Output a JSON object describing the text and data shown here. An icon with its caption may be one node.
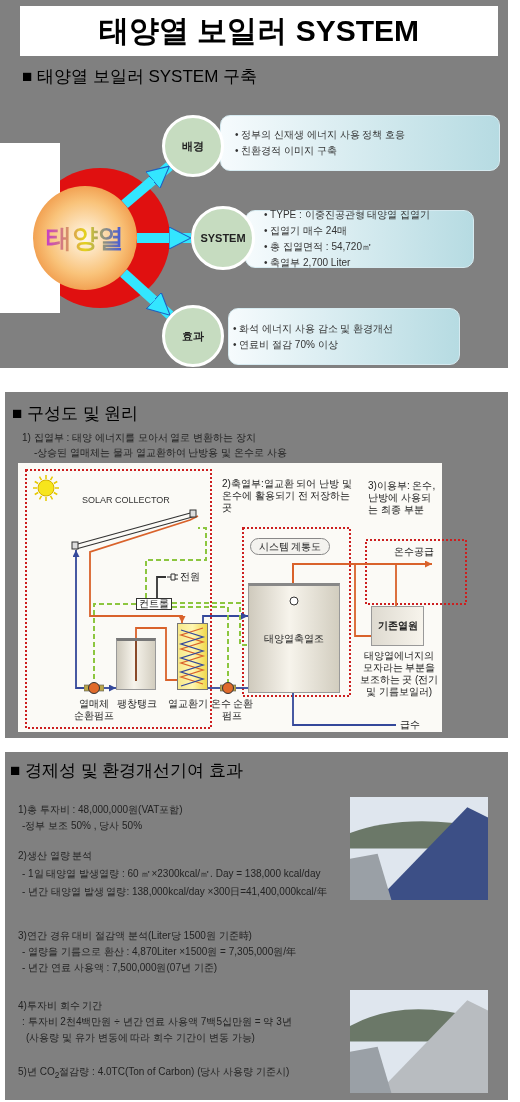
{
  "diagram": {
    "title": "태양열 보일러 SYSTEM",
    "nodes": [
      {
        "text": [
          "태양열"
        ]
      },
      {
        "text": [
          "배경"
        ]
      },
      {
        "text": [
          "• 정부의 신재생 에너지 사용 정책 호응",
          "• 친환경적 이미지 구축"
        ]
      },
      {
        "text": [
          "SYSTEM"
        ]
      },
      {
        "text": [
          "• TYPE : 이중진공관형 태양열 집열기",
          "• 집열기 매수 24매",
          "• 총 집열면적 : 54,720㎡",
          "• 축열부 2,700 Liter"
        ]
      },
      {
        "text": [
          "효과"
        ]
      },
      {
        "text": [
          "• 화석 에너지 사용 감소 및 환경개선",
          "• 연료비 절감 70% 이상"
        ]
      },
      {
        "text": [
          "SOLAR COLLECTOR"
        ]
      },
      {
        "text": [
          "전원"
        ]
      },
      {
        "text": [
          "컨트롤"
        ]
      },
      {
        "text": [],
        "shape": "circle",
        "beside": [
          "열매체 순환펌프"
        ]
      },
      {
        "text": [],
        "shape": "cylinder",
        "beside": [
          "팽창탱크"
        ]
      },
      {
        "text": [],
        "shape": "box",
        "beside": [
          "열교환기"
        ]
      },
      {
        "text": [
          "시스템 계통도"
        ]
      },
      {
        "text": [],
        "shape": "circle",
        "beside": [
          "온수 순환펌프"
        ]
      },
      {
        "text": [
          "태양열축열조"
        ]
      },
      {
        "text": [
          "기존열원"
        ],
        "beside": [
          "태양열에너지의 모자라는 부분을 보조하는 곳 (전기 및 기름보일러)"
        ]
      },
      {
        "text": [],
        "shape": "block"
      }
    ],
    "edges": [
      {
        "from": 0,
        "to": 1,
        "arrow": "to",
        "style": "thick",
        "color": "#33e6ff"
      },
      {
        "from": 0,
        "to": 3,
        "arrow": "to",
        "style": "thick",
        "color": "#33e6ff"
      },
      {
        "from": 0,
        "to": 5,
        "arrow": "to",
        "style": "thick",
        "color": "#33e6ff"
      },
      {
        "from": 7,
        "to": 12,
        "arrow": "to",
        "color": "#d9622b"
      },
      {
        "from": 10,
        "to": 7,
        "arrow": "to",
        "color": "#34489a"
      },
      {
        "from": 10,
        "to": 11,
        "arrow": "to",
        "color": "#34489a"
      },
      {
        "from": 11,
        "to": 12,
        "arrow": "none",
        "color": "#d9622b"
      },
      {
        "from": 12,
        "to": 15,
        "arrow": "to",
        "color": "#34489a"
      },
      {
        "from": 12,
        "to": 14,
        "arrow": "none",
        "color": "#34489a"
      },
      {
        "from": 14,
        "to": 15,
        "arrow": "none",
        "color": "#34489a"
      },
      {
        "from": 15,
        "to": null,
        "arrow": "to",
        "label": "온수공급",
        "color": "#d9622b"
      },
      {
        "from": 15,
        "to": 16,
        "arrow": "none",
        "color": "#d9622b"
      },
      {
        "from": 16,
        "to": 15,
        "arrow": "none",
        "color": "#d9622b"
      },
      {
        "from": null,
        "to": 15,
        "arrow": "none",
        "label": "급수",
        "color": "#34489a"
      },
      {
        "from": 9,
        "to": 7,
        "arrow": "none",
        "style": "dashed",
        "color": "#8cc63f"
      },
      {
        "from": 9,
        "to": 10,
        "arrow": "none",
        "style": "dashed",
        "color": "#8cc63f"
      },
      {
        "from": 9,
        "to": 15,
        "arrow": "none",
        "style": "dashed",
        "color": "#8cc63f"
      },
      {
        "from": 9,
        "to": 14,
        "arrow": "none",
        "style": "dashed",
        "color": "#8cc63f"
      },
      {
        "from": 8,
        "to": 9,
        "arrow": "none",
        "color": "#333333"
      }
    ],
    "labels": [
      "■ 태양열 보일러 SYSTEM 구축",
      "■ 구성도 및 원리",
      "1) 집열부 : 태양 에너지를 모아서 열로 변환하는 장치",
      "-상승된 열매체는 물과 열교환하여 난방용 및 온수로 사용",
      "2)축열부:열교환 되어 난방 및 온수에 활용되기 전 저장하는 곳",
      "3)이용부: 온수,난방에 사용되는 최종 부분",
      "■ 경제성 및 환경개선기여 효과",
      "1)총 투자비 : 48,000,000원(VAT포함)",
      "-정부 보조 50% , 당사 50%",
      "2)생산 열량 분석",
      "- 1일 태양열 발생열량 : 60 ㎡×2300kcal/㎡. Day = 138,000 kcal/day",
      "- 년간 태양열 발생 열량: 138,000kcal/day ×300日=41,400,000kcal/年",
      "3)연간 경유 대비 절감액 분석(Liter당 1500원 기준時)",
      "- 열량을 기름으로 환산 : 4,870Liter ×1500원 = 7,305,000원/年",
      "- 년간 연료 사용액 : 7,500,000원(07년 기준)",
      "4)투자비 회수 기간",
      ": 투자비 2천4백만원 ÷ 년간 연료 사용액 7백5십만원 = 약 3년",
      "(사용량 및 유가 변동에 따라 회수 기간이 변동 가능)",
      "5)년 CO$_{2}$절감량 : 4.0TC(Ton of Carbon) (당사 사용량 기준시)"
    ]
  }
}
